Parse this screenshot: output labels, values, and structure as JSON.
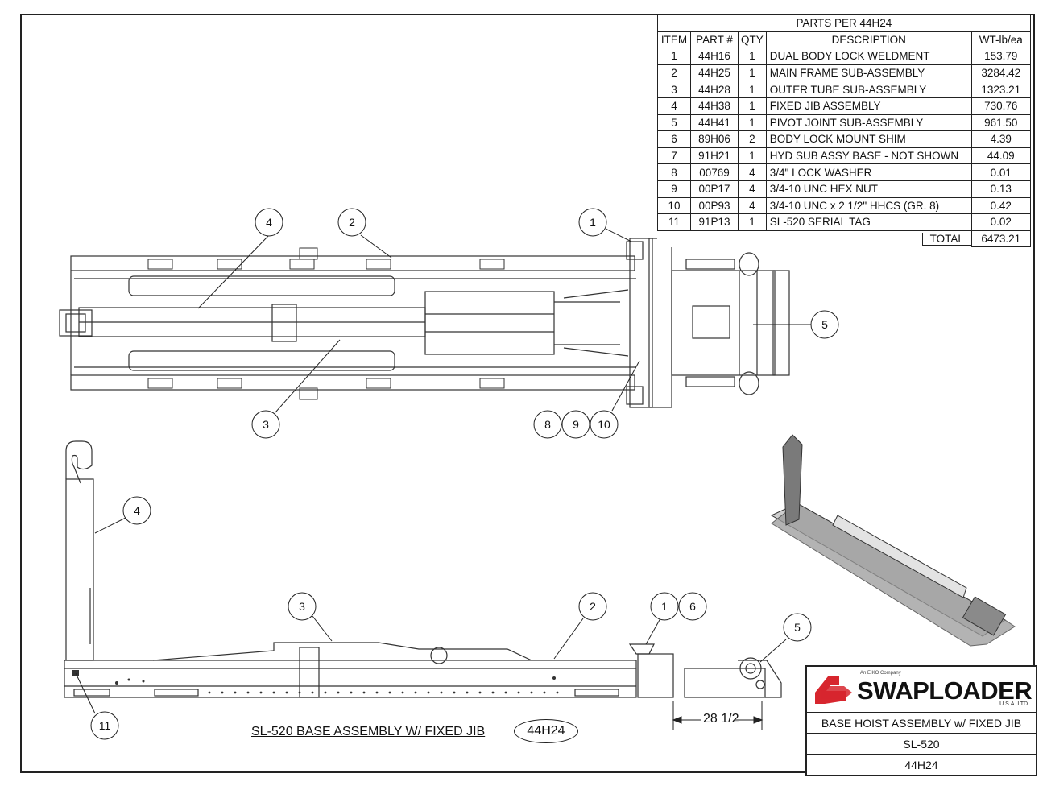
{
  "parts_table": {
    "title": "PARTS PER 44H24",
    "headers": [
      "ITEM",
      "PART #",
      "QTY",
      "DESCRIPTION",
      "WT-lb/ea"
    ],
    "rows": [
      [
        "1",
        "44H16",
        "1",
        "DUAL BODY LOCK WELDMENT",
        "153.79"
      ],
      [
        "2",
        "44H25",
        "1",
        "MAIN FRAME SUB-ASSEMBLY",
        "3284.42"
      ],
      [
        "3",
        "44H28",
        "1",
        "OUTER TUBE SUB-ASSEMBLY",
        "1323.21"
      ],
      [
        "4",
        "44H38",
        "1",
        "FIXED JIB ASSEMBLY",
        "730.76"
      ],
      [
        "5",
        "44H41",
        "1",
        "PIVOT JOINT SUB-ASSEMBLY",
        "961.50"
      ],
      [
        "6",
        "89H06",
        "2",
        "BODY LOCK MOUNT SHIM",
        "4.39"
      ],
      [
        "7",
        "91H21",
        "1",
        "HYD SUB ASSY BASE - NOT SHOWN",
        "44.09"
      ],
      [
        "8",
        "00769",
        "4",
        "3/4\" LOCK WASHER",
        "0.01"
      ],
      [
        "9",
        "00P17",
        "4",
        "3/4-10 UNC HEX NUT",
        "0.13"
      ],
      [
        "10",
        "00P93",
        "4",
        "3/4-10 UNC x 2 1/2\" HHCS (GR. 8)",
        "0.42"
      ],
      [
        "11",
        "91P13",
        "1",
        "SL-520 SERIAL TAG",
        "0.02"
      ]
    ],
    "total_label": "TOTAL",
    "total_value": "6473.21"
  },
  "balloons": {
    "top": [
      "4",
      "2",
      "1",
      "5",
      "3",
      "8",
      "9",
      "10"
    ],
    "side": [
      "4",
      "3",
      "2",
      "1",
      "6",
      "5",
      "11"
    ]
  },
  "dimension": "28 1/2",
  "drawing_title": "SL-520 BASE ASSEMBLY W/ FIXED JIB",
  "drawing_code": "44H24",
  "title_block": {
    "brand": "SWAPLOADER",
    "brand_tagline": "An EIKO Company",
    "brand_suffix": "U.S.A. LTD.",
    "description": "BASE HOIST ASSEMBLY w/ FIXED JIB",
    "model": "SL-520",
    "part_number": "44H24"
  },
  "colors": {
    "line": "#222222",
    "logo_red": "#d7262e"
  }
}
